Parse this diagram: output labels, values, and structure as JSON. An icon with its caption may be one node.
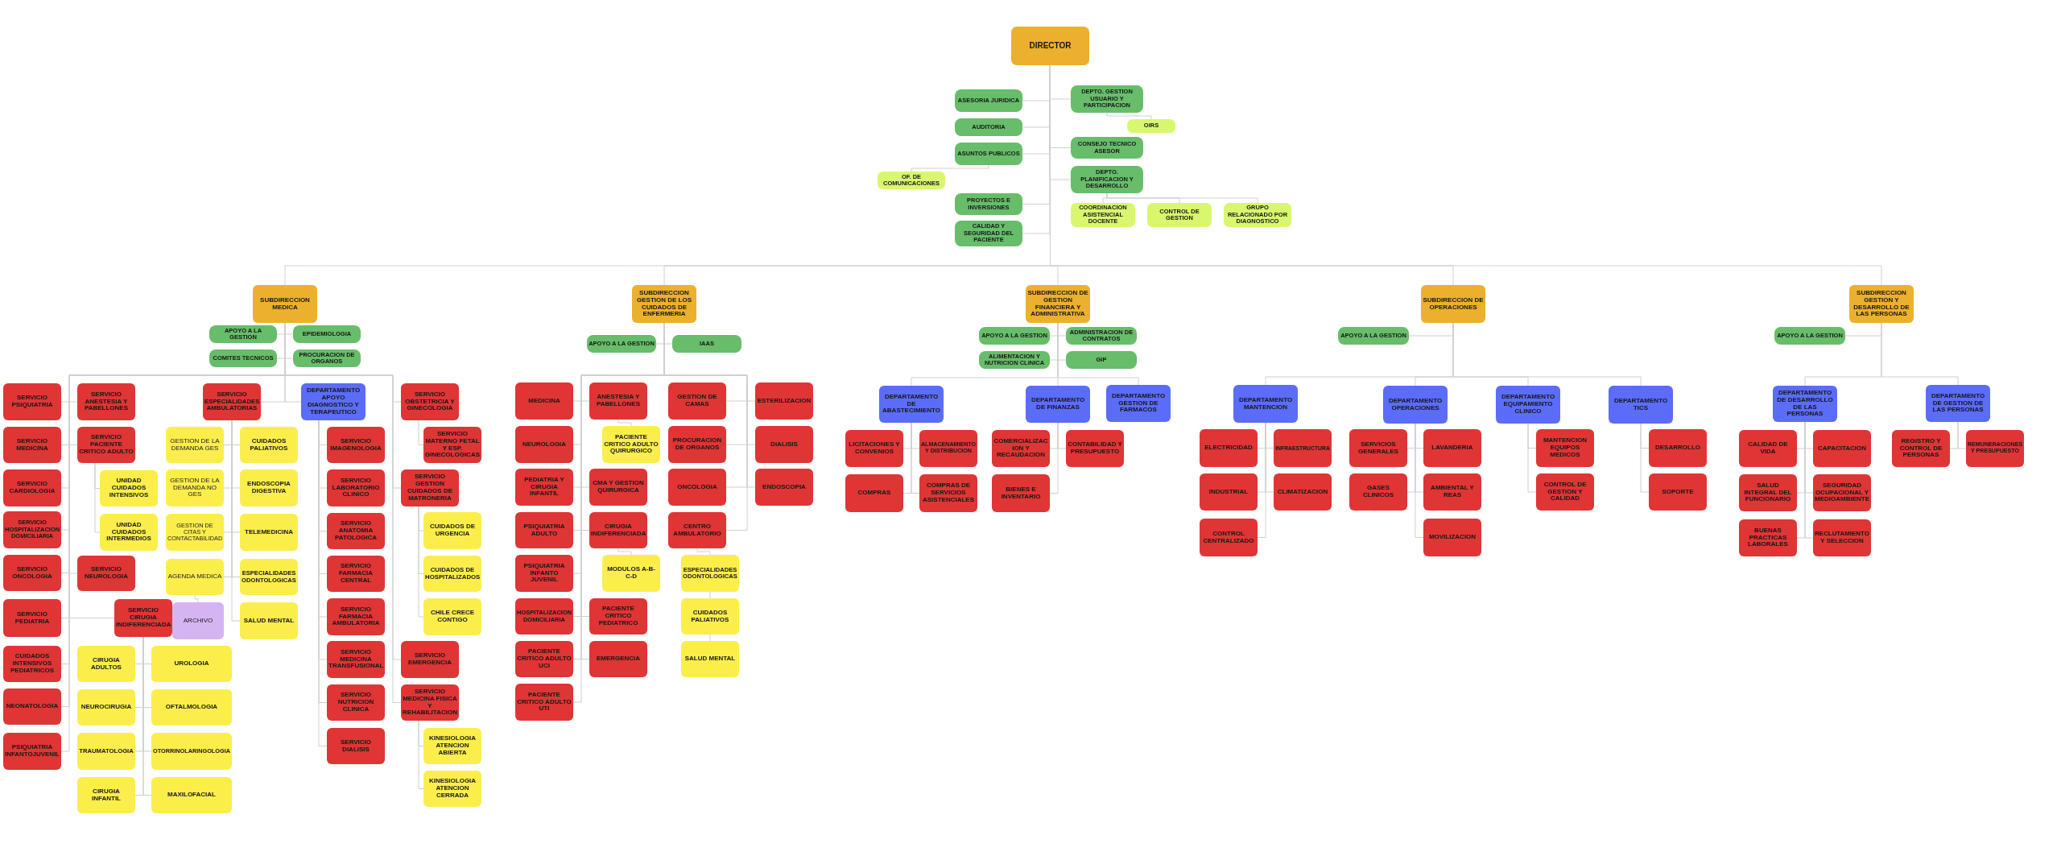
{
  "diagram": {
    "nodes": [
      {
        "text": [
          "DIRECTOR"
        ]
      },
      {
        "text": [
          "ASESORIA JURIDICA"
        ]
      },
      {
        "text": [
          "AUDITORIA"
        ]
      },
      {
        "text": [
          "ASUNTOS PUBLICOS"
        ]
      },
      {
        "text": [
          "OF. DE COMUNICACIONES"
        ]
      },
      {
        "text": [
          "PROYECTOS E INVERSIONES"
        ]
      },
      {
        "text": [
          "CALIDAD Y SEGURIDAD DEL PACIENTE"
        ]
      },
      {
        "text": [
          "DEPTO. GESTION USUARIO Y PARTICIPACION"
        ]
      },
      {
        "text": [
          "OIRS"
        ]
      },
      {
        "text": [
          "CONSEJO TECNICO ASESOR"
        ]
      },
      {
        "text": [
          "DEPTO. PLANIFICACION Y DESARROLLO"
        ]
      },
      {
        "text": [
          "COORDINACION ASISTENCIAL DOCENTE"
        ]
      },
      {
        "text": [
          "CONTROL DE GESTION"
        ]
      },
      {
        "text": [
          "GRUPO RELACIONADO POR DIAGNOSTICO"
        ]
      },
      {
        "text": [
          "SUBDIRECCION MEDICA"
        ]
      },
      {
        "text": [
          "APOYO A LA GESTION"
        ]
      },
      {
        "text": [
          "COMITES TECNICOS"
        ]
      },
      {
        "text": [
          "EPIDEMIOLOGIA"
        ]
      },
      {
        "text": [
          "PROCURACION DE ORGANOS"
        ]
      },
      {
        "text": [
          "SERVICIO PSIQUIATRIA"
        ]
      },
      {
        "text": [
          "SERVICIO MEDICINA"
        ]
      },
      {
        "text": [
          "SERVICIO CARDIOLOGIA"
        ]
      },
      {
        "text": [
          "SERVICIO HOSPITALIZACION DOMICILIARIA"
        ]
      },
      {
        "text": [
          "SERVICIO ONCOLOGIA"
        ]
      },
      {
        "text": [
          "SERVICIO PEDIATRIA"
        ]
      },
      {
        "text": [
          "CUIDADOS INTENSIVOS PEDIATRICOS"
        ]
      },
      {
        "text": [
          "NEONATOLOGIA"
        ]
      },
      {
        "text": [
          "PSIQUIATRIA INFANTOJUVENIL"
        ]
      },
      {
        "text": [
          "SERVICIO ANESTESIA Y PABELLONES"
        ]
      },
      {
        "text": [
          "SERVICIO PACIENTE CRITICO ADULTO"
        ]
      },
      {
        "text": [
          "UNIDAD CUIDADOS INTENSIVOS"
        ]
      },
      {
        "text": [
          "UNIDAD CUIDADOS INTERMEDIOS"
        ]
      },
      {
        "text": [
          "SERVICIO NEUROLOGIA"
        ]
      },
      {
        "text": [
          "SERVICIO CIRUGIA INDIFERENCIADA"
        ]
      },
      {
        "text": [
          "CIRUGIA ADULTOS"
        ]
      },
      {
        "text": [
          "NEUROCIRUGIA"
        ]
      },
      {
        "text": [
          "TRAUMATOLOGIA"
        ]
      },
      {
        "text": [
          "CIRUGIA INFANTIL"
        ]
      },
      {
        "text": [
          "UROLOGIA"
        ]
      },
      {
        "text": [
          "OFTALMOLOGIA"
        ]
      },
      {
        "text": [
          "OTORRINOLARINGOLOGIA"
        ]
      },
      {
        "text": [
          "MAXILOFACIAL"
        ]
      },
      {
        "text": [
          "SERVICIO ESPECIALIDADES AMBULATORIAS"
        ]
      },
      {
        "text": [
          "GESTION DE LA DEMANDA GES"
        ]
      },
      {
        "text": [
          "GESTION DE LA DEMANDA NO GES"
        ]
      },
      {
        "text": [
          "GESTION DE CITAS Y CONTACTABILIDAD"
        ]
      },
      {
        "text": [
          "AGENDA MEDICA"
        ]
      },
      {
        "text": [
          "ARCHIVO"
        ]
      },
      {
        "text": [
          "CUIDADOS PALIATIVOS"
        ]
      },
      {
        "text": [
          "ENDOSCOPIA DIGESTIVA"
        ]
      },
      {
        "text": [
          "TELEMEDICINA"
        ]
      },
      {
        "text": [
          "ESPECIALIDADES ODONTOLOGICAS"
        ]
      },
      {
        "text": [
          "SALUD MENTAL"
        ]
      },
      {
        "text": [
          "DEPARTAMENTO APOYO DIAGNOSTICO Y TERAPEUTICO"
        ]
      },
      {
        "text": [
          "SERVICIO IMAGENOLOGIA"
        ]
      },
      {
        "text": [
          "SERVICIO LABORATORIO CLINICO"
        ]
      },
      {
        "text": [
          "SERVICIO ANATOMIA PATOLOGICA"
        ]
      },
      {
        "text": [
          "SERVICIO FARMACIA CENTRAL"
        ]
      },
      {
        "text": [
          "SERVICIO FARMACIA AMBULATORIA"
        ]
      },
      {
        "text": [
          "SERVICIO MEDICINA TRANSFUSIONAL"
        ]
      },
      {
        "text": [
          "SERVICIO NUTRICION CLINICA"
        ]
      },
      {
        "text": [
          "SERVICIO DIALISIS"
        ]
      },
      {
        "text": [
          "SERVICIO OBSTETRICIA Y GINECOLOGIA"
        ]
      },
      {
        "text": [
          "SERVICIO MATERNO FETAL Y ESP. GINECOLOGICAS"
        ]
      },
      {
        "text": [
          "SERVICIO GESTION CUIDADOS DE MATRONERIA"
        ]
      },
      {
        "text": [
          "CUIDADOS DE URGENCIA"
        ]
      },
      {
        "text": [
          "CUIDADOS DE HOSPITALIZADOS"
        ]
      },
      {
        "text": [
          "CHILE CRECE CONTIGO"
        ]
      },
      {
        "text": [
          "SERVICIO EMERGENCIA"
        ]
      },
      {
        "text": [
          "SERVICIO MEDICINA FISICA Y REHABILITACION"
        ]
      },
      {
        "text": [
          "KINESIOLOGIA ATENCION ABIERTA"
        ]
      },
      {
        "text": [
          "KINESIOLOGIA ATENCION CERRADA"
        ]
      },
      {
        "text": [
          "SUBDIRECCION GESTION DE LOS CUIDADOS DE ENFERMERIA"
        ]
      },
      {
        "text": [
          "APOYO A LA GESTION"
        ]
      },
      {
        "text": [
          "IAAS"
        ]
      },
      {
        "text": [
          "MEDICINA"
        ]
      },
      {
        "text": [
          "NEUROLOGIA"
        ]
      },
      {
        "text": [
          "PEDIATRIA Y CIRUGIA INFANTIL"
        ]
      },
      {
        "text": [
          "PSIQUIATRIA ADULTO"
        ]
      },
      {
        "text": [
          "PSIQUIATRIA INFANTO JUVENIL"
        ]
      },
      {
        "text": [
          "HOSPITALIZACION DOMICILIARIA"
        ]
      },
      {
        "text": [
          "PACIENTE CRITICO ADULTO UCI"
        ]
      },
      {
        "text": [
          "PACIENTE CRITICO ADULTO UTI"
        ]
      },
      {
        "text": [
          "ANESTESIA Y PABELLONES"
        ]
      },
      {
        "text": [
          "PACIENTE CRITICO ADULTO QUIRURGICO"
        ]
      },
      {
        "text": [
          "CMA Y GESTION QUIRURGICA"
        ]
      },
      {
        "text": [
          "CIRUGIA INDIFERENCIADA"
        ]
      },
      {
        "text": [
          "MODULOS A-B-C-D"
        ]
      },
      {
        "text": [
          "PACIENTE CRITICO PEDIATRICO"
        ]
      },
      {
        "text": [
          "EMERGENCIA"
        ]
      },
      {
        "text": [
          "GESTION DE CAMAS"
        ]
      },
      {
        "text": [
          "PROCURACION DE ORGANOS"
        ]
      },
      {
        "text": [
          "ONCOLOGIA"
        ]
      },
      {
        "text": [
          "CENTRO AMBULATORIO"
        ]
      },
      {
        "text": [
          "ESPECIALIDADES ODONTOLOGICAS"
        ]
      },
      {
        "text": [
          "CUIDADOS PALIATIVOS"
        ]
      },
      {
        "text": [
          "SALUD MENTAL"
        ]
      },
      {
        "text": [
          "ESTERILIZACION"
        ]
      },
      {
        "text": [
          "DIALISIS"
        ]
      },
      {
        "text": [
          "ENDOSCOPIA"
        ]
      },
      {
        "text": [
          "SUBDIRECCION DE GESTION FINANCIERA Y ADMINISTRATIVA"
        ]
      },
      {
        "text": [
          "APOYO A LA GESTION"
        ]
      },
      {
        "text": [
          "ALIMENTACION Y NUTRICION CLINICA"
        ]
      },
      {
        "text": [
          "ADMINISTRACION DE CONTRATOS"
        ]
      },
      {
        "text": [
          "GIP"
        ]
      },
      {
        "text": [
          "DEPARTAMENTO DE ABASTECIMIENTO"
        ]
      },
      {
        "text": [
          "LICITACIONES Y CONVENIOS"
        ]
      },
      {
        "text": [
          "COMPRAS"
        ]
      },
      {
        "text": [
          "ALMACENAMIENTO Y DISTRIBUCION"
        ]
      },
      {
        "text": [
          "COMPRAS DE SERVICIOS ASISTENCIALES"
        ]
      },
      {
        "text": [
          "DEPARTAMENTO DE FINANZAS"
        ]
      },
      {
        "text": [
          "COMERCIALIZACION Y RECAUDACION"
        ]
      },
      {
        "text": [
          "BIENES E INVENTARIO"
        ]
      },
      {
        "text": [
          "CONTABILIDAD Y PRESUPUESTO"
        ]
      },
      {
        "text": [
          "DEPARTAMENTO GESTION DE FARMACOS"
        ]
      },
      {
        "text": [
          "SUBDIRECCION DE OPERACIONES"
        ]
      },
      {
        "text": [
          "APOYO A LA GESTION"
        ]
      },
      {
        "text": [
          "DEPARTAMENTO MANTENCION"
        ]
      },
      {
        "text": [
          "ELECTRICIDAD"
        ]
      },
      {
        "text": [
          "INDUSTRIAL"
        ]
      },
      {
        "text": [
          "CONTROL CENTRALIZADO"
        ]
      },
      {
        "text": [
          "INFRAESTRUCTURA"
        ]
      },
      {
        "text": [
          "CLIMATIZACION"
        ]
      },
      {
        "text": [
          "DEPARTAMENTO OPERACIONES"
        ]
      },
      {
        "text": [
          "SERVICIOS GENERALES"
        ]
      },
      {
        "text": [
          "GASES CLINICOS"
        ]
      },
      {
        "text": [
          "LAVANDERIA"
        ]
      },
      {
        "text": [
          "AMBIENTAL Y REAS"
        ]
      },
      {
        "text": [
          "MOVILIZACION"
        ]
      },
      {
        "text": [
          "DEPARTAMENTO EQUIPAMIENTO CLINICO"
        ]
      },
      {
        "text": [
          "MANTENCION EQUIPOS MEDICOS"
        ]
      },
      {
        "text": [
          "CONTROL DE GESTION Y CALIDAD"
        ]
      },
      {
        "text": [
          "DEPARTAMENTO TICS"
        ]
      },
      {
        "text": [
          "DESARROLLO"
        ]
      },
      {
        "text": [
          "SOPORTE"
        ]
      },
      {
        "text": [
          "SUBDIRECCION GESTION Y DESARROLLO DE LAS PERSONAS"
        ]
      },
      {
        "text": [
          "APOYO A LA GESTION"
        ]
      },
      {
        "text": [
          "DEPARTAMENTO DE DESARROLLO DE LAS PERSONAS"
        ]
      },
      {
        "text": [
          "CALIDAD DE VIDA"
        ]
      },
      {
        "text": [
          "SALUD INTEGRAL DEL FUNCIONARIO"
        ]
      },
      {
        "text": [
          "BUENAS PRACTICAS LABORALES"
        ]
      },
      {
        "text": [
          "CAPACITACION"
        ]
      },
      {
        "text": [
          "SEGURIDAD OCUPACIONAL Y MEDIOAMBIENTE"
        ]
      },
      {
        "text": [
          "RECLUTAMIENTO Y SELECCION"
        ]
      },
      {
        "text": [
          "DEPARTAMENTO DE GESTION DE LAS PERSONAS"
        ]
      },
      {
        "text": [
          "REGISTRO Y CONTROL DE PERSONAS"
        ]
      },
      {
        "text": [
          "REMUNERACIONES Y PRESUPUESTO"
        ]
      }
    ],
    "edges": [
      {
        "from": 0,
        "to": 1,
        "arrow": "none"
      },
      {
        "from": 0,
        "to": 2,
        "arrow": "none"
      },
      {
        "from": 0,
        "to": 3,
        "arrow": "none"
      },
      {
        "from": 3,
        "to": 4,
        "arrow": "none"
      },
      {
        "from": 0,
        "to": 5,
        "arrow": "none"
      },
      {
        "from": 0,
        "to": 6,
        "arrow": "none"
      },
      {
        "from": 0,
        "to": 7,
        "arrow": "none"
      },
      {
        "from": 7,
        "to": 8,
        "arrow": "none"
      },
      {
        "from": 0,
        "to": 9,
        "arrow": "none"
      },
      {
        "from": 0,
        "to": 10,
        "arrow": "none"
      },
      {
        "from": 10,
        "to": 11,
        "arrow": "none"
      },
      {
        "from": 10,
        "to": 12,
        "arrow": "none"
      },
      {
        "from": 10,
        "to": 13,
        "arrow": "none"
      },
      {
        "from": 0,
        "to": 14,
        "arrow": "none"
      },
      {
        "from": 14,
        "to": 15,
        "arrow": "none"
      },
      {
        "from": 14,
        "to": 16,
        "arrow": "none"
      },
      {
        "from": 14,
        "to": 17,
        "arrow": "none"
      },
      {
        "from": 14,
        "to": 18,
        "arrow": "none"
      },
      {
        "from": 14,
        "to": 19,
        "arrow": "none"
      },
      {
        "from": 14,
        "to": 20,
        "arrow": "none"
      },
      {
        "from": 14,
        "to": 21,
        "arrow": "none"
      },
      {
        "from": 14,
        "to": 22,
        "arrow": "none"
      },
      {
        "from": 14,
        "to": 23,
        "arrow": "none"
      },
      {
        "from": 14,
        "to": 24,
        "arrow": "none"
      },
      {
        "from": 14,
        "to": 25,
        "arrow": "none"
      },
      {
        "from": 14,
        "to": 26,
        "arrow": "none"
      },
      {
        "from": 14,
        "to": 27,
        "arrow": "none"
      },
      {
        "from": 14,
        "to": 28,
        "arrow": "none"
      },
      {
        "from": 14,
        "to": 29,
        "arrow": "none"
      },
      {
        "from": 29,
        "to": 30,
        "arrow": "none"
      },
      {
        "from": 29,
        "to": 31,
        "arrow": "none"
      },
      {
        "from": 14,
        "to": 32,
        "arrow": "none"
      },
      {
        "from": 14,
        "to": 33,
        "arrow": "none"
      },
      {
        "from": 33,
        "to": 34,
        "arrow": "none"
      },
      {
        "from": 33,
        "to": 35,
        "arrow": "none"
      },
      {
        "from": 33,
        "to": 36,
        "arrow": "none"
      },
      {
        "from": 33,
        "to": 37,
        "arrow": "none"
      },
      {
        "from": 33,
        "to": 38,
        "arrow": "none"
      },
      {
        "from": 33,
        "to": 39,
        "arrow": "none"
      },
      {
        "from": 33,
        "to": 40,
        "arrow": "none"
      },
      {
        "from": 33,
        "to": 41,
        "arrow": "none"
      },
      {
        "from": 14,
        "to": 42,
        "arrow": "none"
      },
      {
        "from": 42,
        "to": 43,
        "arrow": "none"
      },
      {
        "from": 42,
        "to": 44,
        "arrow": "none"
      },
      {
        "from": 42,
        "to": 45,
        "arrow": "none"
      },
      {
        "from": 42,
        "to": 46,
        "arrow": "none"
      },
      {
        "from": 46,
        "to": 47,
        "arrow": "none"
      },
      {
        "from": 42,
        "to": 48,
        "arrow": "none"
      },
      {
        "from": 42,
        "to": 49,
        "arrow": "none"
      },
      {
        "from": 42,
        "to": 50,
        "arrow": "none"
      },
      {
        "from": 42,
        "to": 51,
        "arrow": "none"
      },
      {
        "from": 42,
        "to": 52,
        "arrow": "none"
      },
      {
        "from": 14,
        "to": 53,
        "arrow": "none"
      },
      {
        "from": 53,
        "to": 54,
        "arrow": "none"
      },
      {
        "from": 53,
        "to": 55,
        "arrow": "none"
      },
      {
        "from": 53,
        "to": 56,
        "arrow": "none"
      },
      {
        "from": 53,
        "to": 57,
        "arrow": "none"
      },
      {
        "from": 53,
        "to": 58,
        "arrow": "none"
      },
      {
        "from": 53,
        "to": 59,
        "arrow": "none"
      },
      {
        "from": 53,
        "to": 60,
        "arrow": "none"
      },
      {
        "from": 53,
        "to": 61,
        "arrow": "none"
      },
      {
        "from": 14,
        "to": 62,
        "arrow": "none"
      },
      {
        "from": 62,
        "to": 63,
        "arrow": "none"
      },
      {
        "from": 14,
        "to": 64,
        "arrow": "none"
      },
      {
        "from": 64,
        "to": 65,
        "arrow": "none"
      },
      {
        "from": 64,
        "to": 66,
        "arrow": "none"
      },
      {
        "from": 64,
        "to": 67,
        "arrow": "none"
      },
      {
        "from": 14,
        "to": 68,
        "arrow": "none"
      },
      {
        "from": 14,
        "to": 69,
        "arrow": "none"
      },
      {
        "from": 69,
        "to": 70,
        "arrow": "none"
      },
      {
        "from": 69,
        "to": 71,
        "arrow": "none"
      },
      {
        "from": 0,
        "to": 72,
        "arrow": "none"
      },
      {
        "from": 72,
        "to": 73,
        "arrow": "none"
      },
      {
        "from": 72,
        "to": 74,
        "arrow": "none"
      },
      {
        "from": 72,
        "to": 75,
        "arrow": "none"
      },
      {
        "from": 72,
        "to": 76,
        "arrow": "none"
      },
      {
        "from": 72,
        "to": 77,
        "arrow": "none"
      },
      {
        "from": 72,
        "to": 78,
        "arrow": "none"
      },
      {
        "from": 72,
        "to": 79,
        "arrow": "none"
      },
      {
        "from": 72,
        "to": 80,
        "arrow": "none"
      },
      {
        "from": 72,
        "to": 81,
        "arrow": "none"
      },
      {
        "from": 72,
        "to": 82,
        "arrow": "none"
      },
      {
        "from": 72,
        "to": 83,
        "arrow": "none"
      },
      {
        "from": 83,
        "to": 84,
        "arrow": "none"
      },
      {
        "from": 72,
        "to": 85,
        "arrow": "none"
      },
      {
        "from": 72,
        "to": 86,
        "arrow": "none"
      },
      {
        "from": 86,
        "to": 87,
        "arrow": "none"
      },
      {
        "from": 72,
        "to": 88,
        "arrow": "none"
      },
      {
        "from": 72,
        "to": 89,
        "arrow": "none"
      },
      {
        "from": 72,
        "to": 90,
        "arrow": "none"
      },
      {
        "from": 72,
        "to": 91,
        "arrow": "none"
      },
      {
        "from": 72,
        "to": 92,
        "arrow": "none"
      },
      {
        "from": 72,
        "to": 93,
        "arrow": "none"
      },
      {
        "from": 93,
        "to": 94,
        "arrow": "none"
      },
      {
        "from": 94,
        "to": 95,
        "arrow": "none"
      },
      {
        "from": 95,
        "to": 96,
        "arrow": "none"
      },
      {
        "from": 72,
        "to": 97,
        "arrow": "none"
      },
      {
        "from": 72,
        "to": 98,
        "arrow": "none"
      },
      {
        "from": 72,
        "to": 99,
        "arrow": "none"
      },
      {
        "from": 0,
        "to": 100,
        "arrow": "none"
      },
      {
        "from": 100,
        "to": 101,
        "arrow": "none"
      },
      {
        "from": 100,
        "to": 102,
        "arrow": "none"
      },
      {
        "from": 100,
        "to": 103,
        "arrow": "none"
      },
      {
        "from": 100,
        "to": 104,
        "arrow": "none"
      },
      {
        "from": 100,
        "to": 105,
        "arrow": "none"
      },
      {
        "from": 105,
        "to": 106,
        "arrow": "none"
      },
      {
        "from": 105,
        "to": 107,
        "arrow": "none"
      },
      {
        "from": 105,
        "to": 108,
        "arrow": "none"
      },
      {
        "from": 105,
        "to": 109,
        "arrow": "none"
      },
      {
        "from": 100,
        "to": 110,
        "arrow": "none"
      },
      {
        "from": 110,
        "to": 111,
        "arrow": "none"
      },
      {
        "from": 110,
        "to": 112,
        "arrow": "none"
      },
      {
        "from": 110,
        "to": 113,
        "arrow": "none"
      },
      {
        "from": 100,
        "to": 114,
        "arrow": "none"
      },
      {
        "from": 0,
        "to": 115,
        "arrow": "none"
      },
      {
        "from": 115,
        "to": 116,
        "arrow": "none"
      },
      {
        "from": 115,
        "to": 117,
        "arrow": "none"
      },
      {
        "from": 117,
        "to": 118,
        "arrow": "none"
      },
      {
        "from": 117,
        "to": 119,
        "arrow": "none"
      },
      {
        "from": 117,
        "to": 120,
        "arrow": "none"
      },
      {
        "from": 117,
        "to": 121,
        "arrow": "none"
      },
      {
        "from": 117,
        "to": 122,
        "arrow": "none"
      },
      {
        "from": 115,
        "to": 123,
        "arrow": "none"
      },
      {
        "from": 123,
        "to": 124,
        "arrow": "none"
      },
      {
        "from": 123,
        "to": 125,
        "arrow": "none"
      },
      {
        "from": 123,
        "to": 126,
        "arrow": "none"
      },
      {
        "from": 123,
        "to": 127,
        "arrow": "none"
      },
      {
        "from": 123,
        "to": 128,
        "arrow": "none"
      },
      {
        "from": 115,
        "to": 129,
        "arrow": "none"
      },
      {
        "from": 129,
        "to": 130,
        "arrow": "none"
      },
      {
        "from": 129,
        "to": 131,
        "arrow": "none"
      },
      {
        "from": 115,
        "to": 132,
        "arrow": "none"
      },
      {
        "from": 132,
        "to": 133,
        "arrow": "none"
      },
      {
        "from": 132,
        "to": 134,
        "arrow": "none"
      },
      {
        "from": 0,
        "to": 135,
        "arrow": "none"
      },
      {
        "from": 135,
        "to": 136,
        "arrow": "none"
      },
      {
        "from": 135,
        "to": 137,
        "arrow": "none"
      },
      {
        "from": 137,
        "to": 138,
        "arrow": "none"
      },
      {
        "from": 137,
        "to": 139,
        "arrow": "none"
      },
      {
        "from": 137,
        "to": 140,
        "arrow": "none"
      },
      {
        "from": 137,
        "to": 141,
        "arrow": "none"
      },
      {
        "from": 137,
        "to": 142,
        "arrow": "none"
      },
      {
        "from": 137,
        "to": 143,
        "arrow": "none"
      },
      {
        "from": 135,
        "to": 144,
        "arrow": "none"
      },
      {
        "from": 144,
        "to": 145,
        "arrow": "none"
      },
      {
        "from": 144,
        "to": 146,
        "arrow": "none"
      }
    ]
  }
}
